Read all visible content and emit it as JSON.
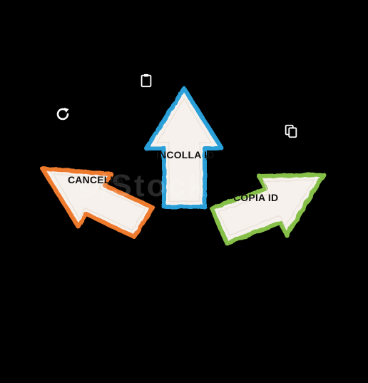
{
  "actions": {
    "paste": {
      "label": "INCOLLA ID",
      "color": "#2a9fd8",
      "icon": "clipboard-icon"
    },
    "cancel": {
      "label": "CANCELLA",
      "color": "#ee7a2e",
      "icon": "refresh-icon"
    },
    "copy": {
      "label": "COPIA ID",
      "color": "#86c04a",
      "icon": "copy-icon"
    }
  },
  "watermark": {
    "text": "©iStock"
  },
  "colors": {
    "background": "#000000",
    "arrow_fill": "#f6f1ec",
    "icon_fg": "#ffffff"
  }
}
